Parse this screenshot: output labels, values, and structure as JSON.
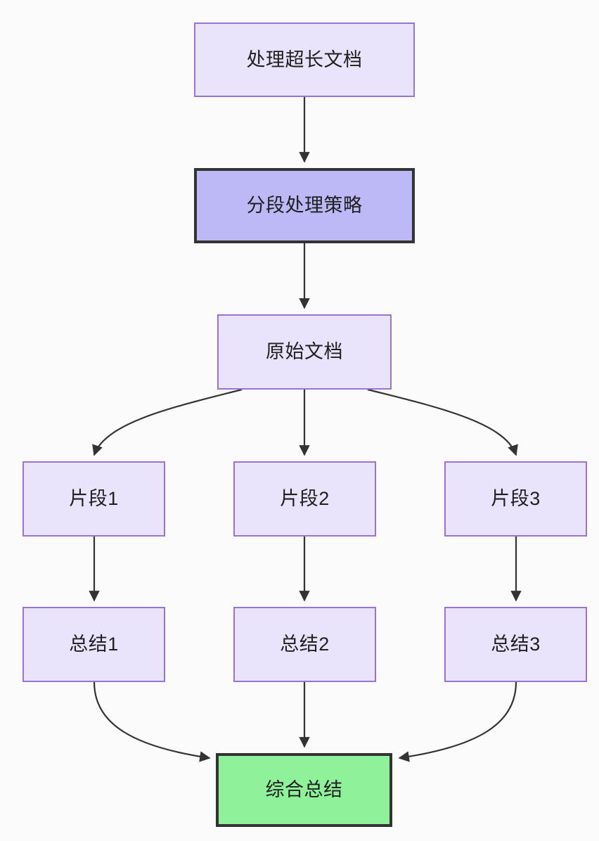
{
  "diagram": {
    "type": "flowchart",
    "direction": "top-down",
    "background_color": "#fbfbfb",
    "edge_color": "#333333",
    "nodes": [
      {
        "id": "root",
        "label": "处理超长文档",
        "style": "plain",
        "fill": "#e9e3fb",
        "border": "#9a72d8"
      },
      {
        "id": "strategy",
        "label": "分段处理策略",
        "style": "strategy",
        "fill": "#bdb9f6",
        "border": "#333333"
      },
      {
        "id": "source",
        "label": "原始文档",
        "style": "plain",
        "fill": "#e9e3fb",
        "border": "#9a72d8"
      },
      {
        "id": "chunk1",
        "label": "片段1",
        "style": "plain",
        "fill": "#e9e3fb",
        "border": "#9a72d8"
      },
      {
        "id": "chunk2",
        "label": "片段2",
        "style": "plain",
        "fill": "#e9e3fb",
        "border": "#9a72d8"
      },
      {
        "id": "chunk3",
        "label": "片段3",
        "style": "plain",
        "fill": "#e9e3fb",
        "border": "#9a72d8"
      },
      {
        "id": "summary1",
        "label": "总结1",
        "style": "plain",
        "fill": "#e9e3fb",
        "border": "#9a72d8"
      },
      {
        "id": "summary2",
        "label": "总结2",
        "style": "plain",
        "fill": "#e9e3fb",
        "border": "#9a72d8"
      },
      {
        "id": "summary3",
        "label": "总结3",
        "style": "plain",
        "fill": "#e9e3fb",
        "border": "#9a72d8"
      },
      {
        "id": "final",
        "label": "综合总结",
        "style": "final",
        "fill": "#8ff29a",
        "border": "#333333"
      }
    ],
    "edges": [
      {
        "from": "root",
        "to": "strategy"
      },
      {
        "from": "strategy",
        "to": "source"
      },
      {
        "from": "source",
        "to": "chunk1"
      },
      {
        "from": "source",
        "to": "chunk2"
      },
      {
        "from": "source",
        "to": "chunk3"
      },
      {
        "from": "chunk1",
        "to": "summary1"
      },
      {
        "from": "chunk2",
        "to": "summary2"
      },
      {
        "from": "chunk3",
        "to": "summary3"
      },
      {
        "from": "summary1",
        "to": "final"
      },
      {
        "from": "summary2",
        "to": "final"
      },
      {
        "from": "summary3",
        "to": "final"
      }
    ]
  }
}
